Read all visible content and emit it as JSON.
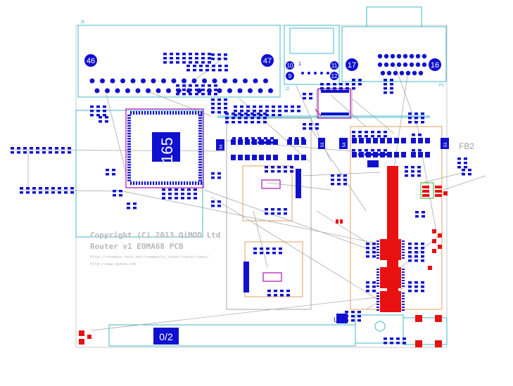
{
  "labels": {
    "j5": "J5",
    "j2": "J2",
    "p1": "P1",
    "u3": "U3",
    "fb2": "FB2",
    "sil_a": "54",
    "sil_b": "53",
    "sil_c": "54",
    "sil_d": "53"
  },
  "chip": {
    "number": "165"
  },
  "copyright": {
    "line1": "Copyright (C) 2013 QiMOD Ltd",
    "line2": "Router v1 EOMA68 PCB",
    "line3": "http://rhombus-tech.net/community_ideas/router/news/",
    "line4": "http://www.qimod.com"
  },
  "pads": {
    "p46": "46",
    "p47": "47",
    "p10": "10",
    "p9": "9",
    "p11": "11",
    "p12": "12",
    "p17": "17",
    "p16": "16",
    "p1": "1"
  },
  "bottom": {
    "label": "0/2"
  },
  "colors": {
    "background": "#ffffff",
    "board_outline": "#c8c8c8",
    "copper_top": "#1010d0",
    "copper_red": "#e81010",
    "outline_cyan": "#40b8c8",
    "courtyard_orange": "#e0a060",
    "silk_magenta": "#b010b0",
    "ratsnest": "#a0a0a0"
  }
}
